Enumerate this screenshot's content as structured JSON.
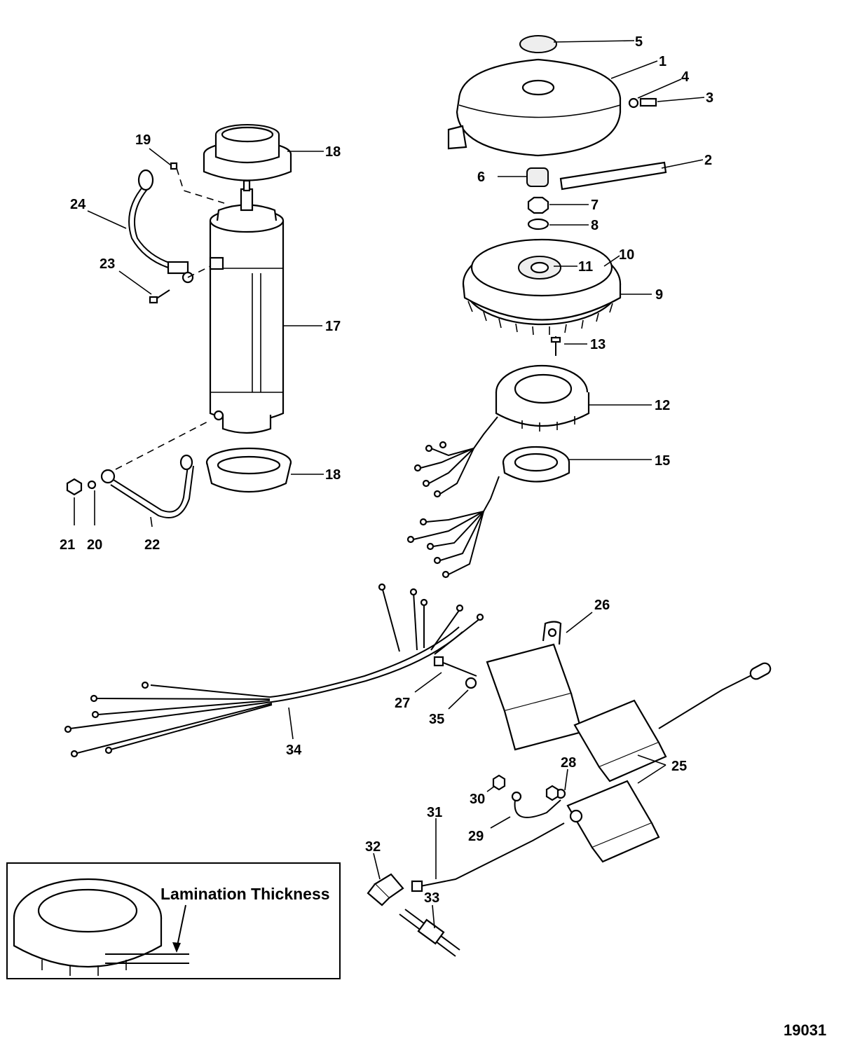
{
  "diagram": {
    "figure_number": "19031",
    "inset_label": "Lamination Thickness",
    "callouts": {
      "c1": "1",
      "c2": "2",
      "c3": "3",
      "c4": "4",
      "c5": "5",
      "c6": "6",
      "c7": "7",
      "c8": "8",
      "c9": "9",
      "c10": "10",
      "c11": "11",
      "c12": "12",
      "c13": "13",
      "c15": "15",
      "c17": "17",
      "c18a": "18",
      "c18b": "18",
      "c19": "19",
      "c20": "20",
      "c21": "21",
      "c22": "22",
      "c23": "23",
      "c24": "24",
      "c25": "25",
      "c26": "26",
      "c27": "27",
      "c28": "28",
      "c29": "29",
      "c30": "30",
      "c31": "31",
      "c32": "32",
      "c33": "33",
      "c34": "34",
      "c35": "35"
    }
  }
}
